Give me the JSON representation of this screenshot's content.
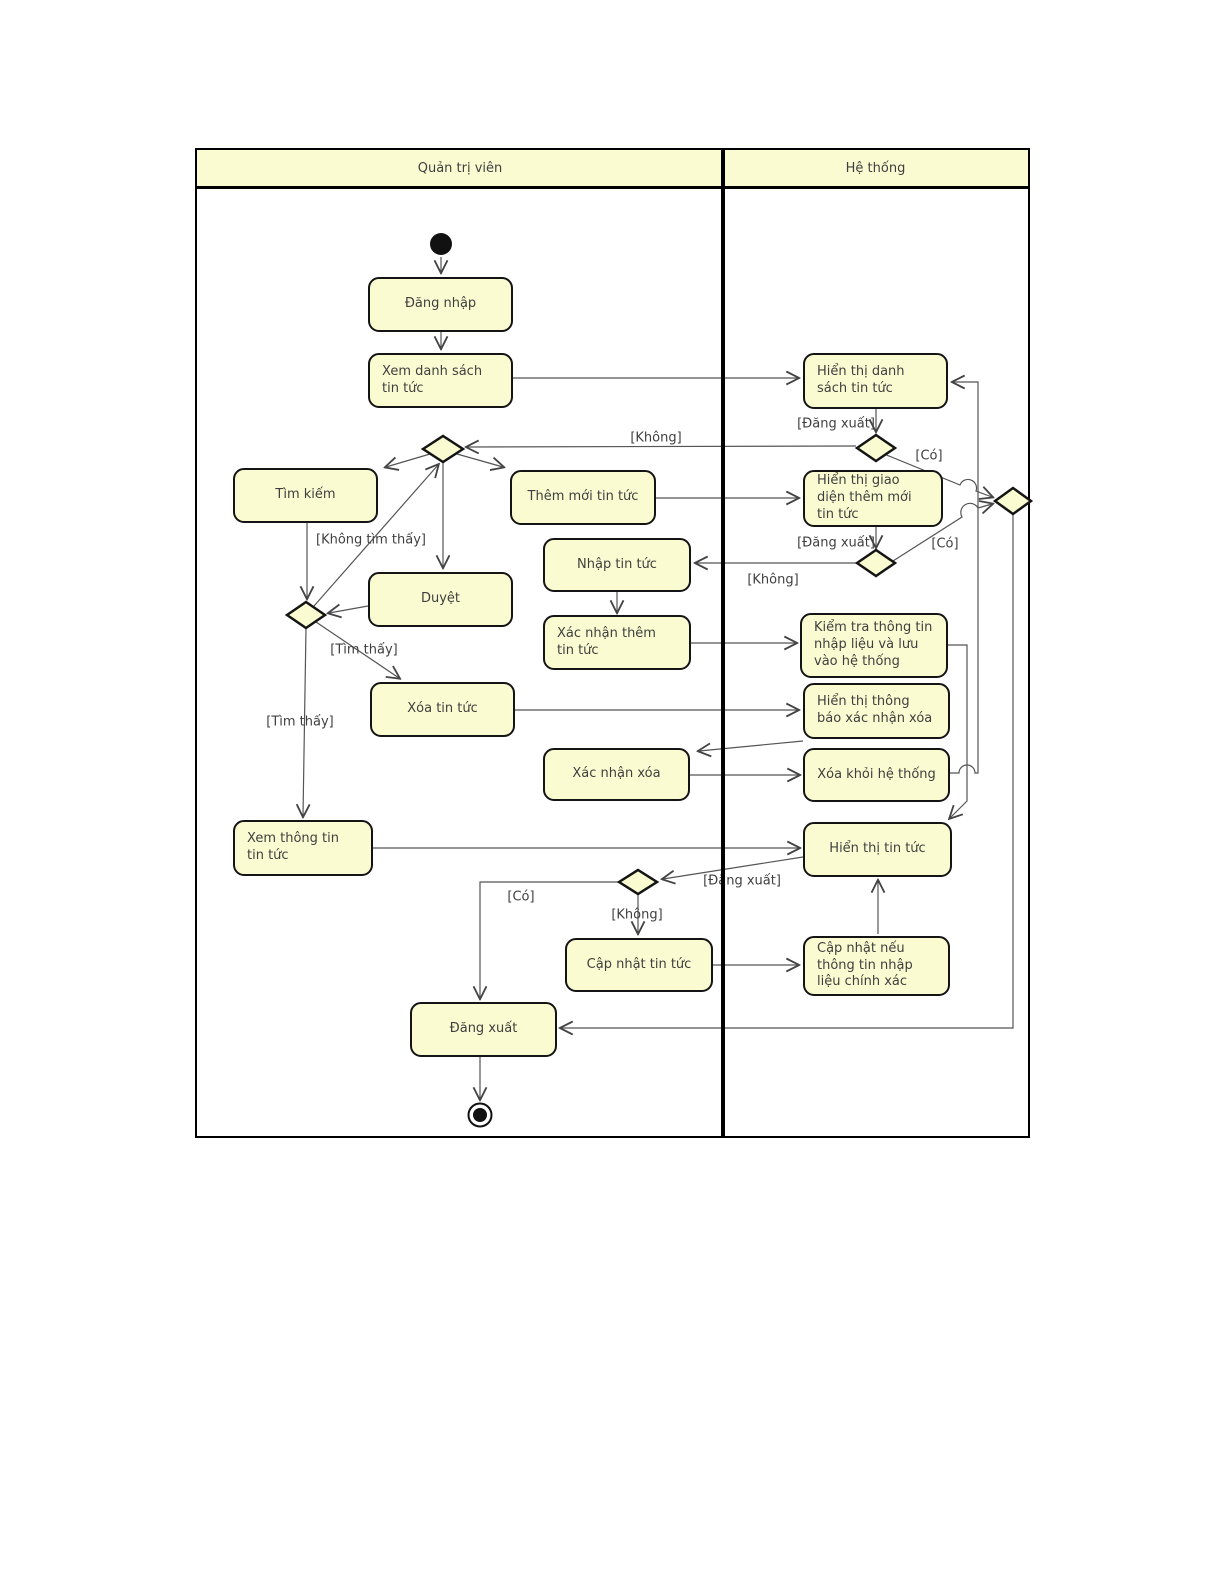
{
  "lanes": {
    "left": "Quản trị viên",
    "right": "Hệ thống"
  },
  "nodes": {
    "dang_nhap": "Đăng nhập",
    "xem_danh_sach": "Xem danh sách tin tức",
    "tim_kiem": "Tìm kiếm",
    "them_moi": "Thêm mới tin tức",
    "nhap_tin_tuc": "Nhập tin tức",
    "duyet": "Duyệt",
    "xac_nhan_them": "Xác nhận thêm tin tức",
    "xoa_tin_tuc": "Xóa tin tức",
    "xac_nhan_xoa": "Xác nhận xóa",
    "xem_thong_tin": "Xem thông tin tin tức",
    "cap_nhat": "Cập nhật tin tức",
    "dang_xuat": "Đăng xuất",
    "hien_thi_danh_sach": "Hiển thị danh sách tin tức",
    "hien_thi_giao_dien": "Hiển thị giao diện thêm mới tin tức",
    "kiem_tra": "Kiểm tra thông tin nhập liệu và lưu vào hệ thống",
    "hien_thi_thong_bao": "Hiển thị thông báo xác nhận xóa",
    "xoa_khoi": "Xóa khỏi hệ thống",
    "hien_thi_tin_tuc": "Hiển thị tin tức",
    "cap_nhat_neu": "Cập nhật nếu thông tin nhập liệu chính xác"
  },
  "guards": {
    "dang_xuat_1": "[Đăng xuất]",
    "co_1": "[Có]",
    "khong_1": "[Không]",
    "khong_tim_thay": "[Không tìm thấy]",
    "tim_thay_1": "[Tìm thấy]",
    "tim_thay_2": "[Tìm thấy]",
    "dang_xuat_2": "[Đăng xuất]",
    "co_2": "[Có]",
    "khong_2": "[Không]",
    "dang_xuat_3": "[Đăng xuất]",
    "co_3": "[Có]",
    "khong_3": "[Không]"
  },
  "colors": {
    "node_fill": "#fbfbd2",
    "node_border": "#141414",
    "edge": "#555555",
    "header_fill": "#fbfbd2",
    "text": "#3f3f3f"
  }
}
